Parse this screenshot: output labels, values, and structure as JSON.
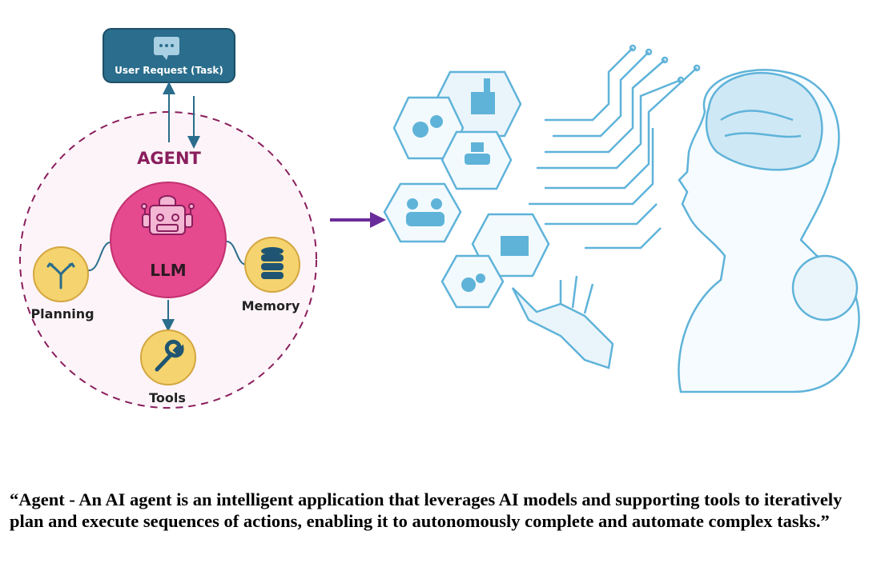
{
  "diagram": {
    "user_request": "User Request (Task)",
    "agent_label": "AGENT",
    "llm_label": "LLM",
    "components": [
      "Planning",
      "Memory",
      "Tools"
    ]
  },
  "quote": "“Agent - An AI agent is an intelligent application that leverages AI models and supporting tools to iteratively plan and execute sequences of actions, enabling it to autonomously complete and automate complex tasks.”",
  "colors": {
    "box": "#2a6d8c",
    "agent": "#8a1e5e",
    "llm": "#e5498e",
    "component": "#f5d36e",
    "arrow": "#6a2c9a",
    "illustration": "#5fb3d9"
  }
}
